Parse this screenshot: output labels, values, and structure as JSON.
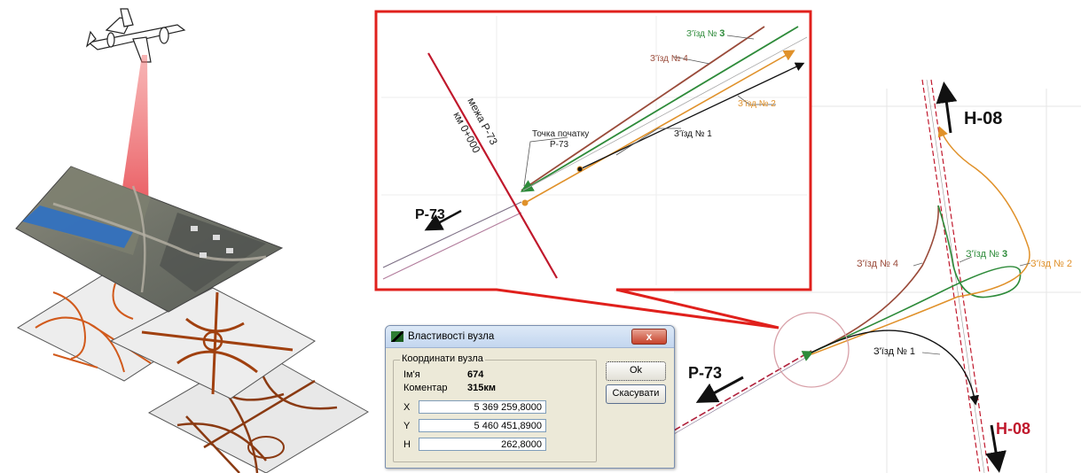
{
  "zoom_panel": {
    "road_label": "Р-73",
    "border_label_line1": "межа Р-73",
    "border_label_line2": "км 0+000",
    "start_point_line1": "Точка початку",
    "start_point_line2": "Р-73",
    "ramp_labels": [
      {
        "prefix": "З'їзд № ",
        "num": "3",
        "color": "#2e8b3a"
      },
      {
        "prefix": "З'їзд № ",
        "num": "4",
        "color": "#9a4b3a"
      },
      {
        "prefix": "З'їзд № ",
        "num": "2",
        "color": "#e0912a"
      },
      {
        "prefix": "З'їзд № ",
        "num": "1",
        "color": "#111111"
      }
    ]
  },
  "main_view": {
    "road_top": "Н-08",
    "road_bottom": "Н-08",
    "road_left": "Р-73",
    "ramp_4": "З'їзд № 4",
    "ramp_3_prefix": "З'їзд № ",
    "ramp_3_num": "3",
    "ramp_2": "З'їзд № 2",
    "ramp_1": "З'їзд № 1"
  },
  "dialog": {
    "title": "Властивості вузла",
    "close_label": "x",
    "group_label": "Координати вузла",
    "name_label": "Ім'я",
    "name_value": "674",
    "comment_label": "Коментар",
    "comment_value": "315км",
    "x_label": "X",
    "x_value": "5 369 259,8000",
    "y_label": "Y",
    "y_value": "5 460 451,8900",
    "h_label": "H",
    "h_value": "262,8000",
    "ok_label": "Ok",
    "cancel_label": "Скасувати"
  },
  "colors": {
    "frame_red": "#e0201c",
    "ramp_green": "#2e8b3a",
    "ramp_brown": "#9a4b3a",
    "ramp_orange": "#e0912a",
    "road_highlight": "#c0182c"
  }
}
